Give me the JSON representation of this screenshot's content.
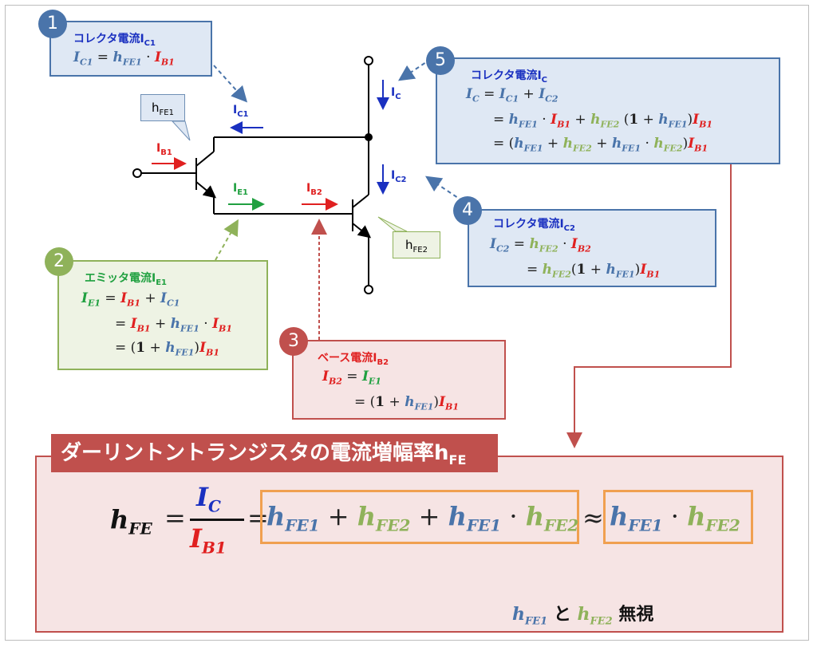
{
  "box1": {
    "num": "1",
    "title": "コレクタ電流I",
    "title_sub": "C1",
    "color": "#4a74aa"
  },
  "box2": {
    "num": "2",
    "title": "エミッタ電流I",
    "title_sub": "E1",
    "color": "#8fb25a"
  },
  "box3": {
    "num": "3",
    "title": "ベース電流I",
    "title_sub": "B2",
    "color": "#c0504d"
  },
  "box4": {
    "num": "4",
    "title": "コレクタ電流I",
    "title_sub": "C2",
    "color": "#4a74aa"
  },
  "box5": {
    "num": "5",
    "title": "コレクタ電流I",
    "title_sub": "C",
    "color": "#4a74aa"
  },
  "circuit": {
    "label_ic1": "I",
    "sub_ic1": "C1",
    "label_ib1": "I",
    "sub_ib1": "B1",
    "label_ie1": "I",
    "sub_ie1": "E1",
    "label_ib2": "I",
    "sub_ib2": "B2",
    "label_ic": "I",
    "sub_ic": "C",
    "label_ic2": "I",
    "sub_ic2": "C2",
    "hfe1": "h",
    "hfe1_sub": "FE1",
    "hfe2": "h",
    "hfe2_sub": "FE2"
  },
  "summary": {
    "title": "ダーリントントランジスタの電流増幅率h",
    "title_sub": "FE",
    "ignore_and": "と",
    "ignore_text": "無視"
  },
  "colors": {
    "blue": "#4a74aa",
    "green": "#8fb25a",
    "red": "#e02020",
    "dark_blue": "#1a30c0",
    "orange": "#f0a050"
  }
}
